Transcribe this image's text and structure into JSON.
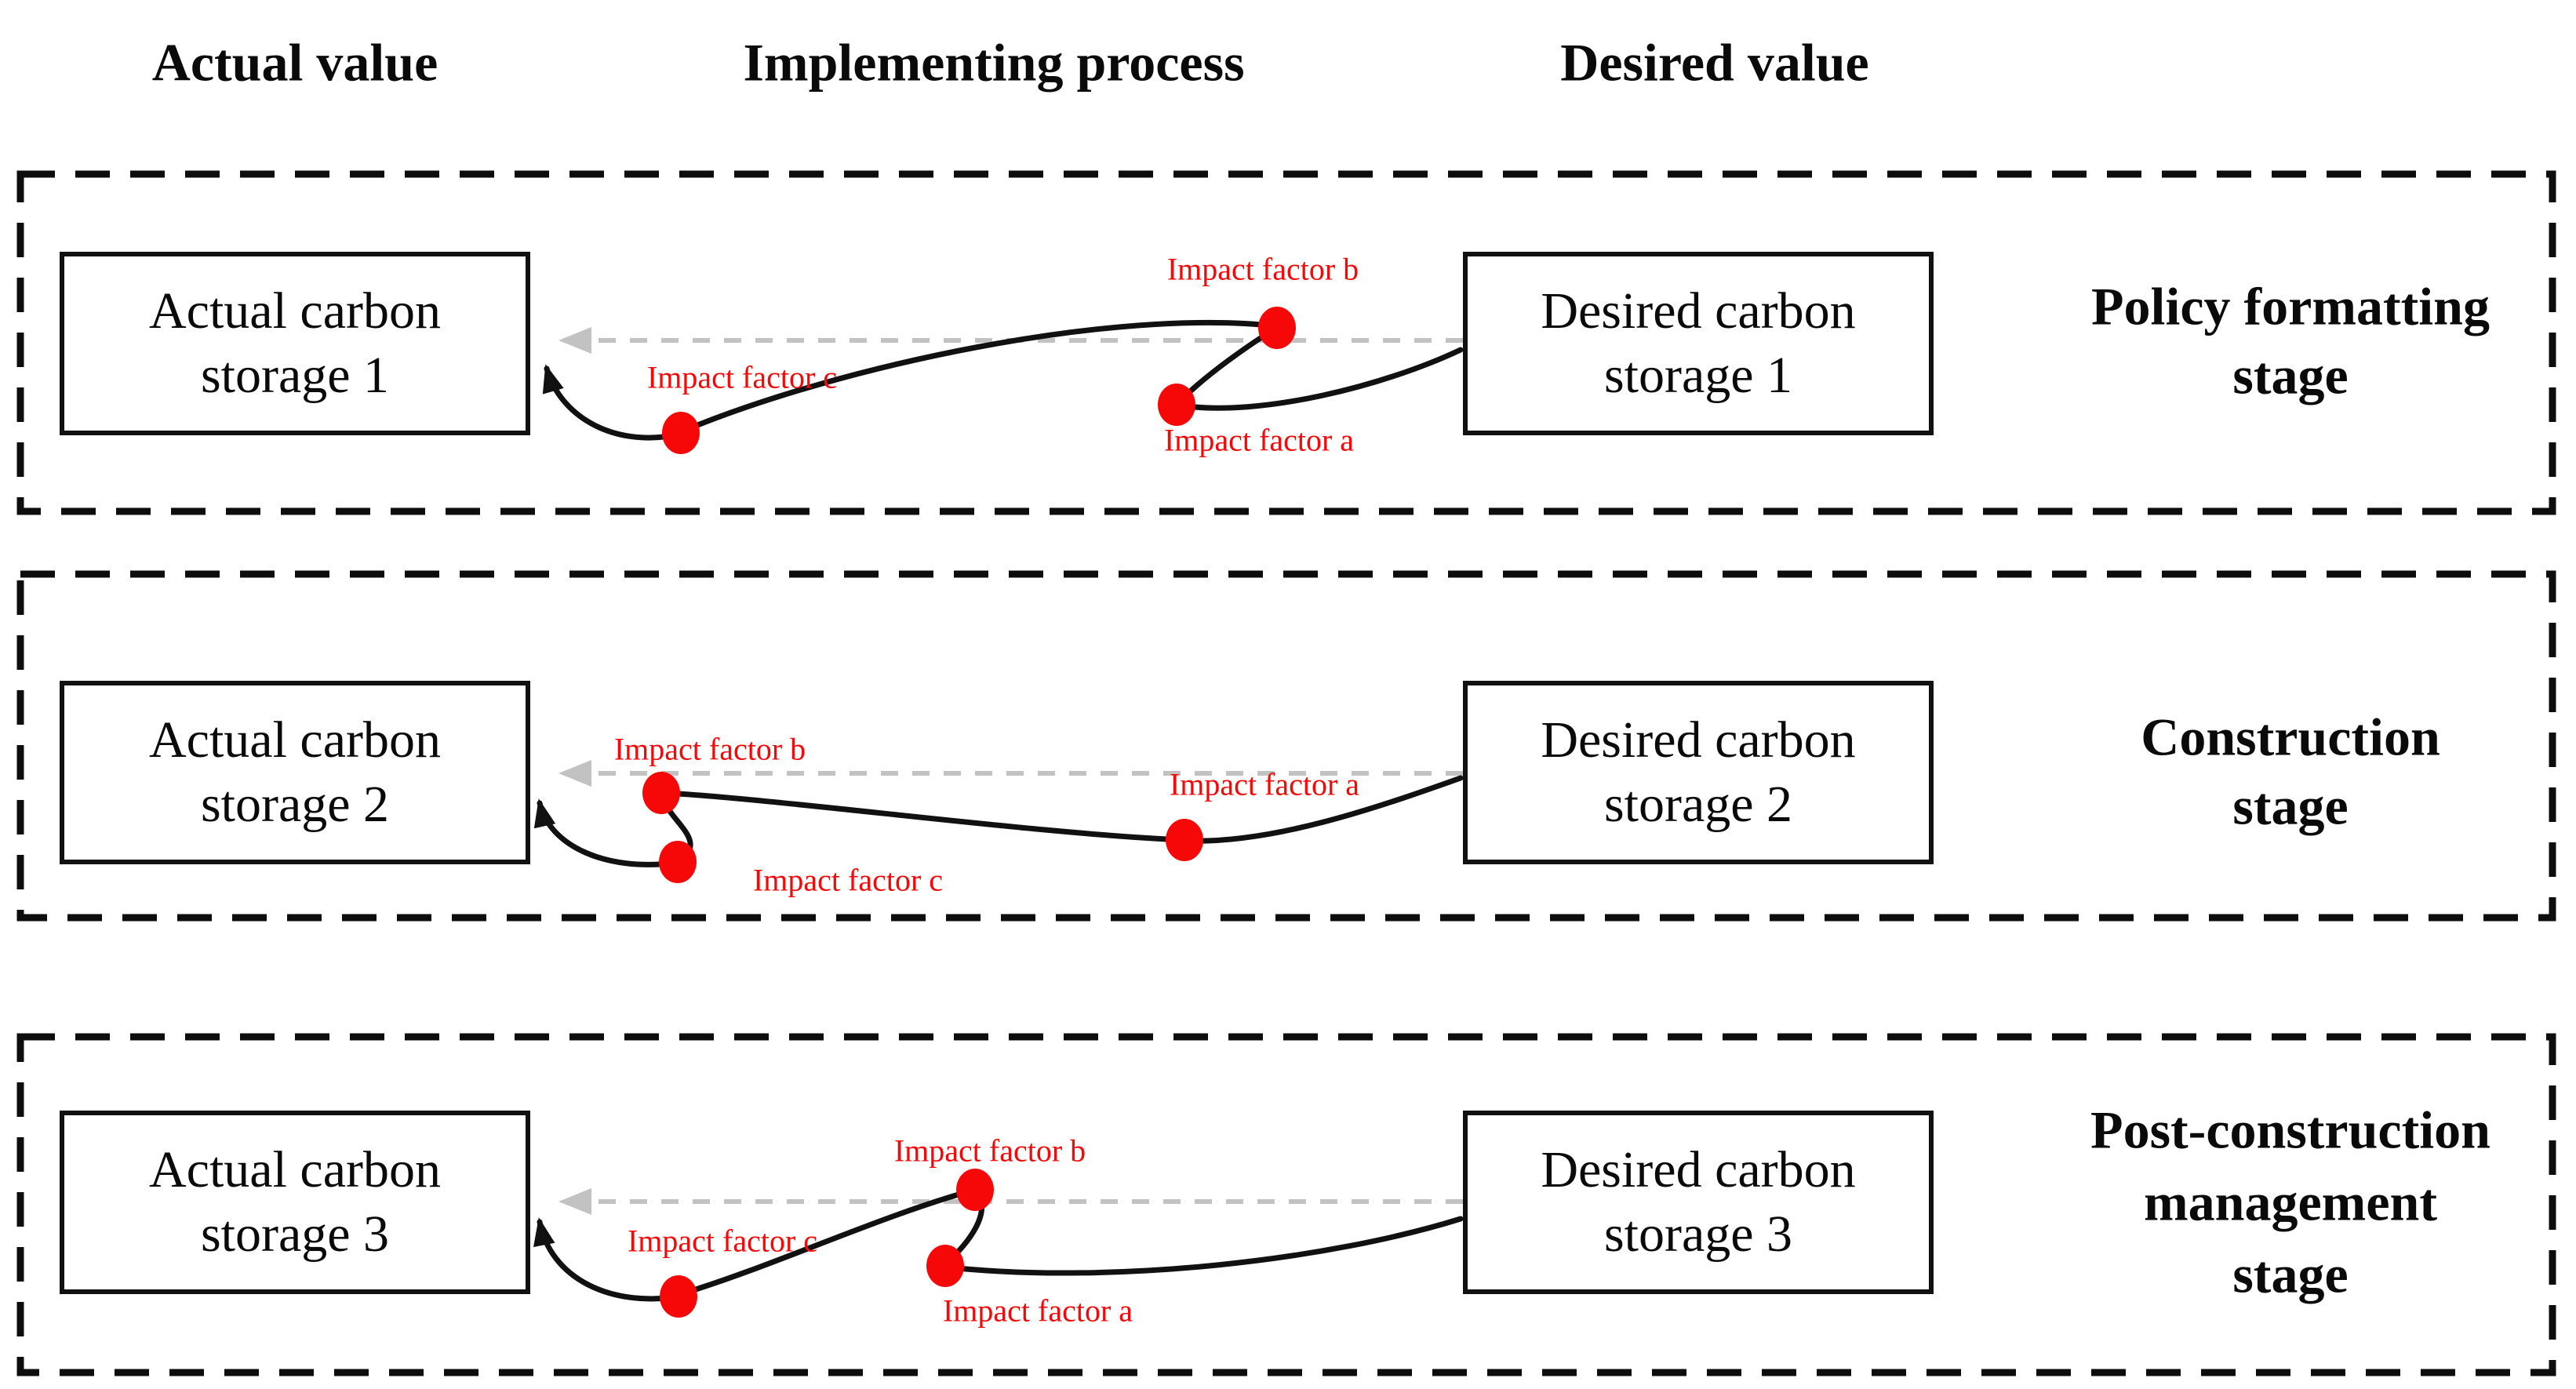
{
  "colors": {
    "impact_red": "#f70808",
    "dashed_arrow_gray": "#c2c2c2",
    "line_black": "#111111"
  },
  "column_headers": {
    "actual": "Actual value",
    "implementing": "Implementing process",
    "desired": "Desired value"
  },
  "stages": [
    {
      "actual_box": [
        "Actual carbon",
        "storage 1"
      ],
      "desired_box": [
        "Desired carbon",
        "storage 1"
      ],
      "stage_label": [
        "Policy formatting",
        "stage"
      ],
      "impact_a": "Impact factor a",
      "impact_b": "Impact factor b",
      "impact_c": "Impact factor c"
    },
    {
      "actual_box": [
        "Actual carbon",
        "storage 2"
      ],
      "desired_box": [
        "Desired carbon",
        "storage 2"
      ],
      "stage_label": [
        "Construction",
        "stage"
      ],
      "impact_a": "Impact factor a",
      "impact_b": "Impact factor b",
      "impact_c": "Impact factor c"
    },
    {
      "actual_box": [
        "Actual carbon",
        "storage 3"
      ],
      "desired_box": [
        "Desired carbon",
        "storage 3"
      ],
      "stage_label": [
        "Post-construction",
        "management",
        "stage"
      ],
      "impact_a": "Impact factor a",
      "impact_b": "Impact factor b",
      "impact_c": "Impact factor c"
    }
  ]
}
